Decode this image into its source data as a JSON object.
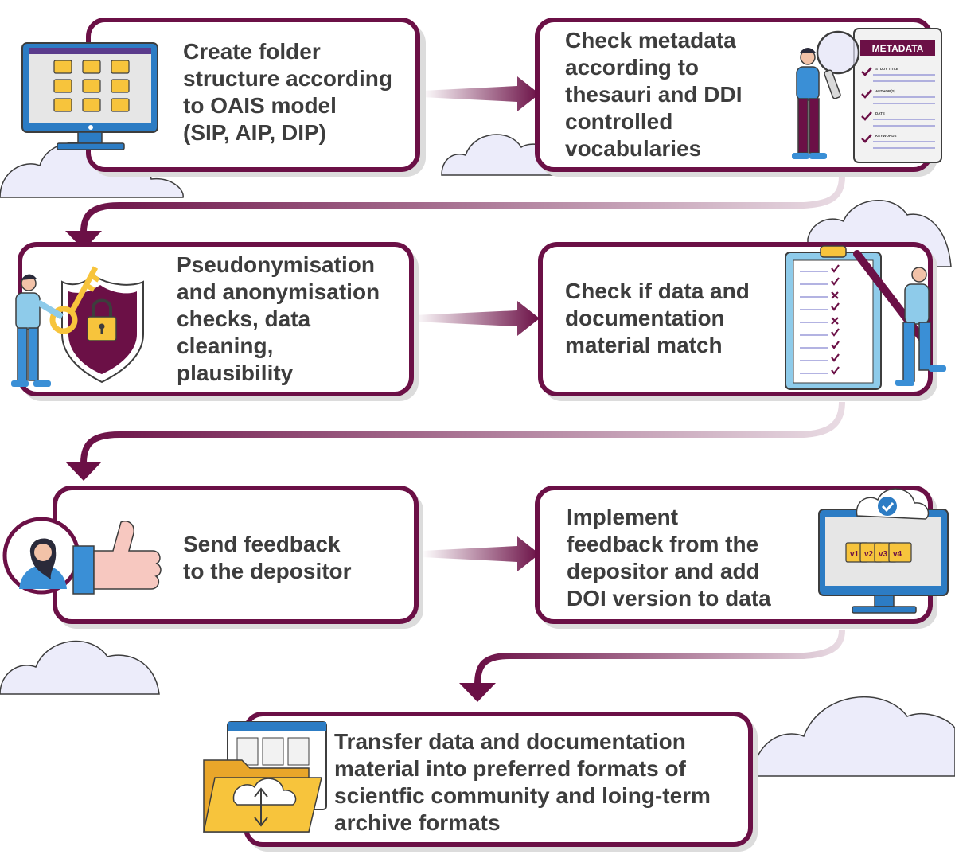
{
  "colors": {
    "accent": "#6b1046",
    "text": "#3d3d3d",
    "cloud": "#d8d6f2",
    "monitor_blue": "#2c7cc4",
    "folder_yellow": "#f7c43c"
  },
  "steps": [
    {
      "id": 1,
      "label": "Create folder\nstructure according\nto OAIS model\n(SIP, AIP, DIP)",
      "icon": "computer-folders-icon"
    },
    {
      "id": 2,
      "label": "Check metadata\naccording to\nthesauri and DDI\ncontrolled\nvocabularies",
      "icon": "metadata-clipboard-icon",
      "icon_text": "METADATA",
      "field_labels": [
        "STUDY TITLE",
        "AUTHOR(S)",
        "DATE",
        "KEYWORDS"
      ]
    },
    {
      "id": 3,
      "label": "Pseudonymisation\nand anonymisation\nchecks, data\ncleaning,\nplausibility",
      "icon": "key-shield-icon"
    },
    {
      "id": 4,
      "label": "Check if data and\ndocumentation\nmaterial match",
      "icon": "checklist-icon"
    },
    {
      "id": 5,
      "label": "Send feedback\nto the depositor",
      "icon": "thumbs-up-icon"
    },
    {
      "id": 6,
      "label": "Implement\nfeedback from the\ndepositor and add\nDOI version to data",
      "icon": "versioned-folders-icon",
      "versions": [
        "v1",
        "v2",
        "v3",
        "v4"
      ]
    },
    {
      "id": 7,
      "label": "Transfer data and documentation\nmaterial into preferred formats of\nscientfic community and loing-term\narchive formats",
      "icon": "cloud-folder-icon"
    }
  ]
}
